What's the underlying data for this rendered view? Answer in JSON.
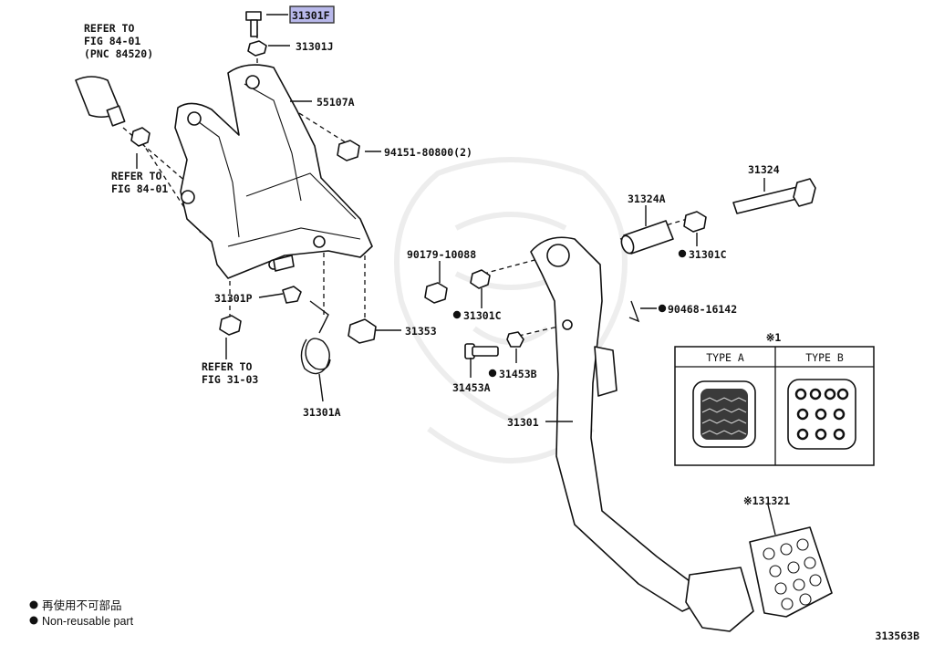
{
  "labels": [
    {
      "text": "31301F",
      "highlighted": true
    },
    {
      "text": "31301J"
    },
    {
      "text": "55107A"
    },
    {
      "text": "94151-80800(2)"
    },
    {
      "text": "90179-10088"
    },
    {
      "text": "31301P"
    },
    {
      "text": "31353"
    },
    {
      "text": "31301C",
      "non_reusable": true
    },
    {
      "text": "31453B",
      "non_reusable": true
    },
    {
      "text": "31453A"
    },
    {
      "text": "31324A"
    },
    {
      "text": "31324"
    },
    {
      "text": "31301C",
      "non_reusable": true
    },
    {
      "text": "90468-16142",
      "non_reusable": true
    },
    {
      "text": "31301"
    },
    {
      "text": "31301A"
    },
    {
      "text": "※131321"
    }
  ],
  "refer_notes": [
    {
      "lines": [
        "REFER TO",
        "FIG 84-01",
        "(PNC 84520)"
      ]
    },
    {
      "lines": [
        "REFER TO",
        "FIG 84-01"
      ]
    },
    {
      "lines": [
        "REFER TO",
        "FIG 31-03"
      ]
    }
  ],
  "legend_box": {
    "mark": "※1",
    "type_a": "TYPE A",
    "type_b": "TYPE B"
  },
  "legend": {
    "lines": [
      "再使用不可部品",
      "Non-reusable part"
    ]
  },
  "diagram_id": "313563B",
  "colors": {
    "highlight": "#b8b8ea",
    "line": "#111111",
    "background": "#ffffff"
  }
}
